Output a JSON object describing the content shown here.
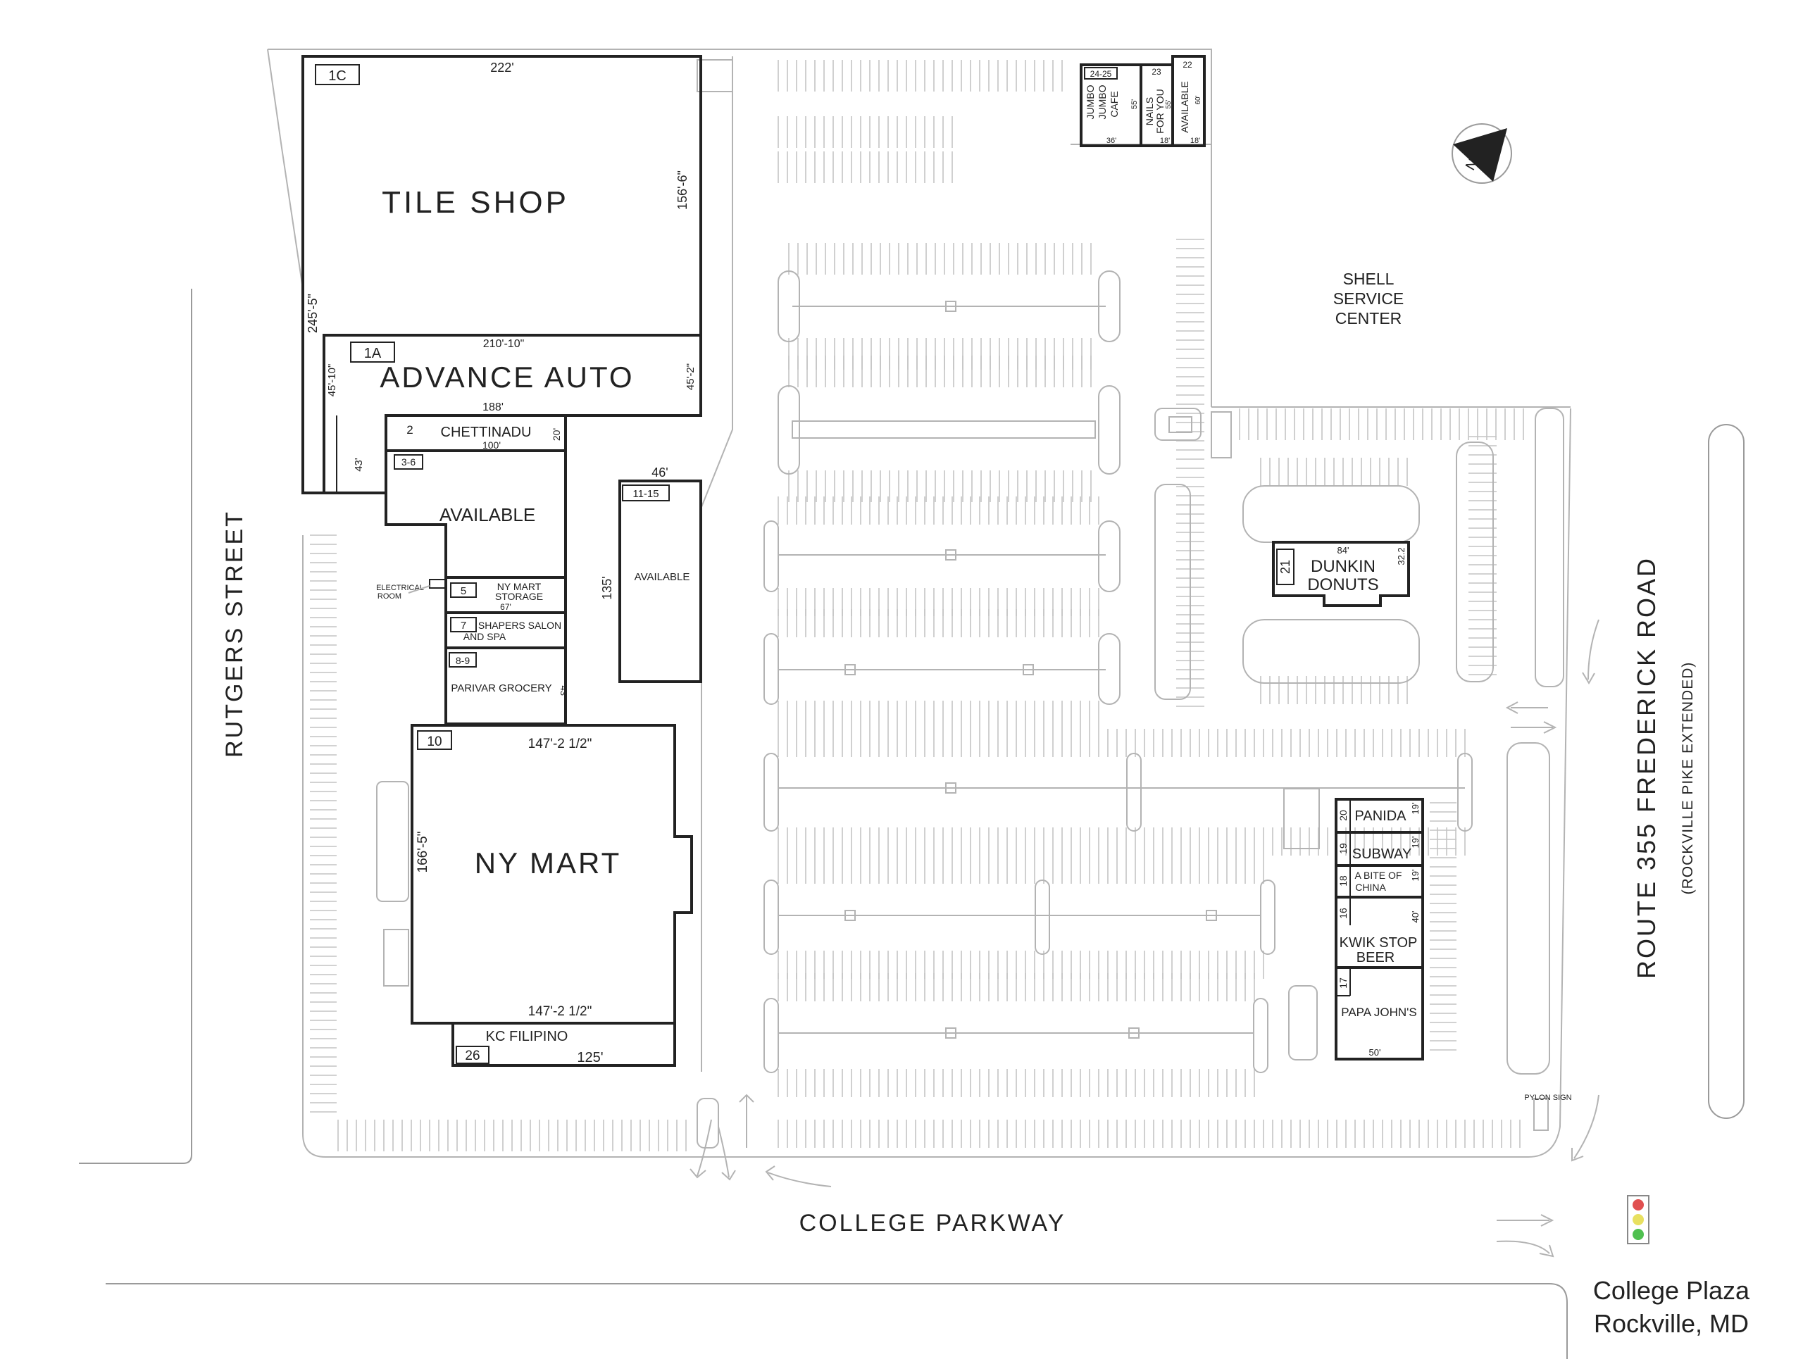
{
  "title": {
    "line1": "College Plaza",
    "line2": "Rockville, MD"
  },
  "streets": {
    "rutgers": "RUTGERS STREET",
    "college": "COLLEGE PARKWAY",
    "route355": "ROUTE 355    FREDERICK ROAD",
    "route355_sub": "(ROCKVILLE PIKE EXTENDED)"
  },
  "shell": {
    "line1": "SHELL",
    "line2": "SERVICE",
    "line3": "CENTER"
  },
  "north_label": "N",
  "pylon": "PYLON SIGN",
  "units": {
    "tile_shop": {
      "num": "1C",
      "name": "TILE SHOP",
      "dim_top": "222'",
      "dim_side": "156'-6\"",
      "dim_left": "245'-5\""
    },
    "advance_auto": {
      "num": "1A",
      "name": "ADVANCE AUTO",
      "dim_top": "210'-10\"",
      "dim_bottom": "188'",
      "dim_left": "45'-10\"",
      "dim_right": "45'-2\"",
      "dim_foot": "43'"
    },
    "chettinadu": {
      "num": "2",
      "name": "CHETTINADU",
      "dim_bottom": "100'",
      "dim_right": "20'"
    },
    "available_3_6": {
      "num": "3-6",
      "name": "AVAILABLE"
    },
    "available_11_15": {
      "num": "11-15",
      "name": "AVAILABLE",
      "dim_top": "46'",
      "dim_side": "135'"
    },
    "electrical": {
      "line1": "ELECTRICAL",
      "line2": "ROOM"
    },
    "ny_mart_storage": {
      "num": "5",
      "line1": "NY MART",
      "line2": "STORAGE",
      "dim": "67'"
    },
    "shapers": {
      "num": "7",
      "line1": "SHAPERS SALON",
      "line2": "AND SPA"
    },
    "parivar": {
      "num": "8-9",
      "name": "PARIVAR GROCERY",
      "dim": "43'"
    },
    "ny_mart": {
      "num": "10",
      "name": "NY MART",
      "dim_top": "147'-2 1/2\"",
      "dim_bottom": "147'-2 1/2\"",
      "dim_side": "166'-5\""
    },
    "kc_filipino": {
      "num": "26",
      "name": "KC FILIPINO",
      "dim": "125'"
    },
    "jumbo": {
      "num": "24-25",
      "line1": "JUMBO",
      "line2": "JUMBO",
      "line3": "CAFE",
      "dim_side": "55'",
      "dim_bottom": "36'"
    },
    "nails": {
      "num": "23",
      "line1": "NAILS",
      "line2": "FOR YOU",
      "dim_side": "55'",
      "dim_bottom": "18'"
    },
    "available_22": {
      "num": "22",
      "name": "AVAILABLE",
      "dim_side": "60'",
      "dim_bottom": "18'"
    },
    "dunkin": {
      "num": "21",
      "line1": "DUNKIN",
      "line2": "DONUTS",
      "dim_top": "84'",
      "dim_side": "32.2"
    },
    "panida": {
      "num": "20",
      "name": "PANIDA",
      "dim": "19'"
    },
    "subway": {
      "num": "19",
      "name": "SUBWAY",
      "dim": "19'"
    },
    "bite_of_china": {
      "num": "18",
      "line1": "A BITE OF",
      "line2": "CHINA",
      "dim": "19'"
    },
    "kwik_stop": {
      "num": "16",
      "line1": "KWIK STOP",
      "line2": "BEER",
      "dim": "40'"
    },
    "papa_johns": {
      "num": "17",
      "name": "PAPA JOHN'S",
      "dim": "50'"
    }
  },
  "traffic_light": [
    "#e05050",
    "#e8e060",
    "#50c050"
  ]
}
